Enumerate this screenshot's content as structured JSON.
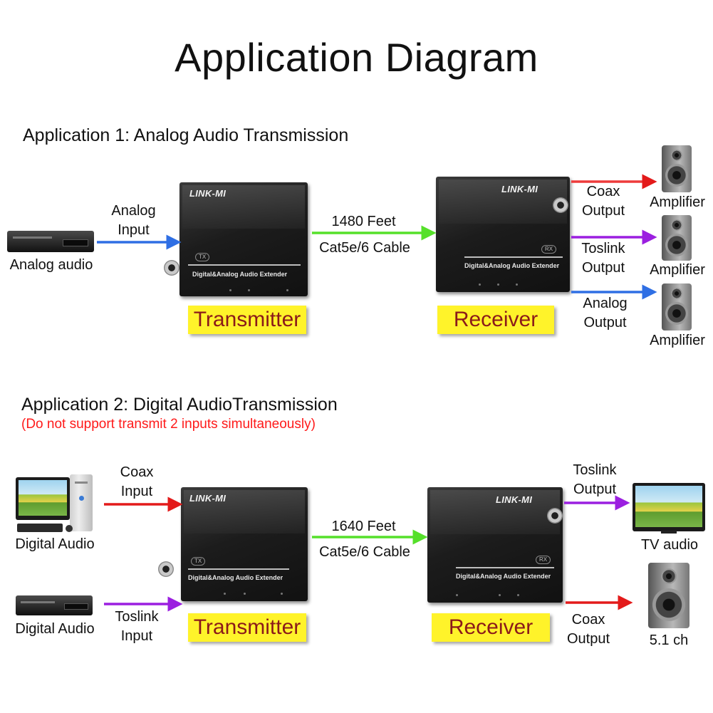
{
  "title": "Application Diagram",
  "app1": {
    "heading": "Application 1: Analog Audio Transmission",
    "source_label": "Analog audio",
    "input_label": [
      "Analog",
      "Input"
    ],
    "cable": [
      "1480 Feet",
      "Cat5e/6 Cable"
    ],
    "tx": {
      "brand": "LINK-MI",
      "tag": "TX",
      "desc": "Digital&Analog Audio Extender",
      "badge": "Transmitter"
    },
    "rx": {
      "brand": "LINK-MI",
      "tag": "RX",
      "desc": "Digital&Analog Audio Extender",
      "badge": "Receiver"
    },
    "outputs": [
      {
        "label": [
          "Coax",
          "Output"
        ],
        "device": "Amplifier",
        "color": "#ee3b3b"
      },
      {
        "label": [
          "Toslink",
          "Output"
        ],
        "device": "Amplifier",
        "color": "#9b1fe0"
      },
      {
        "label": [
          "Analog",
          "Output"
        ],
        "device": "Amplifier",
        "color": "#2f6fe4"
      }
    ]
  },
  "app2": {
    "heading": "Application 2: Digital AudioTransmission",
    "note": "(Do not support transmit 2 inputs simultaneously)",
    "sources": [
      {
        "label": "Digital Audio",
        "input": [
          "Coax",
          "Input"
        ],
        "color": "#e31a1a"
      },
      {
        "label": "Digital Audio",
        "input": [
          "Toslink",
          "Input"
        ],
        "color": "#9b1fe0"
      }
    ],
    "cable": [
      "1640 Feet",
      "Cat5e/6 Cable"
    ],
    "tx": {
      "brand": "LINK-MI",
      "tag": "TX",
      "desc": "Digital&Analog Audio Extender",
      "badge": "Transmitter"
    },
    "rx": {
      "brand": "LINK-MI",
      "tag": "RX",
      "desc": "Digital&Analog Audio Extender",
      "badge": "Receiver"
    },
    "outputs": [
      {
        "label": [
          "Toslink",
          "Output"
        ],
        "device": "TV audio",
        "color": "#9b1fe0"
      },
      {
        "label": [
          "Coax",
          "Output"
        ],
        "device": "5.1 ch",
        "color": "#e31a1a"
      }
    ]
  },
  "colors": {
    "analog_blue": "#2f6fe4",
    "cable_green": "#55e02a",
    "badge_yellow": "#fff32a",
    "badge_text": "#8b1a1a",
    "note_red": "#ff1a1a"
  }
}
